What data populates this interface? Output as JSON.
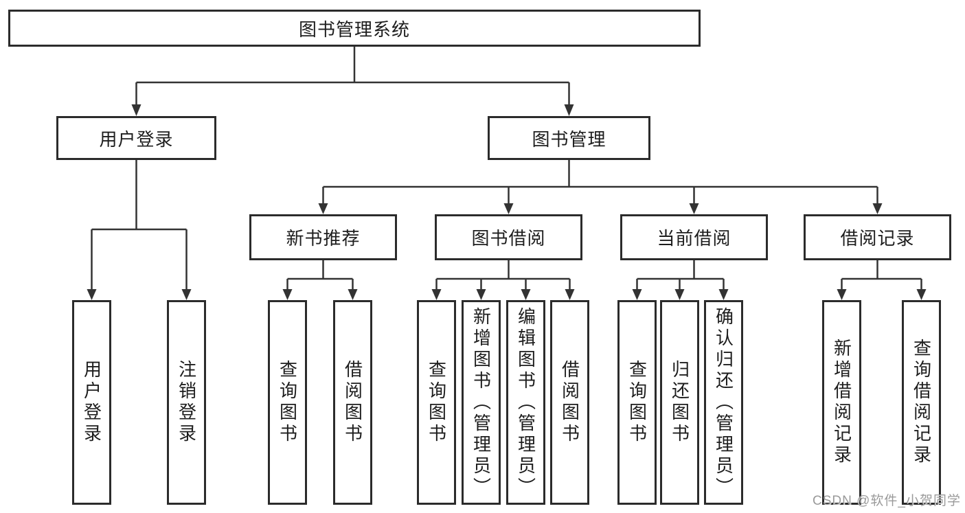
{
  "diagram": {
    "root": {
      "label": "图书管理系统"
    },
    "level2": {
      "user_login": "用户登录",
      "book_management": "图书管理"
    },
    "level3": {
      "new_book_recommend": "新书推荐",
      "book_borrowing": "图书借阅",
      "current_borrowing": "当前借阅",
      "borrowing_records": "借阅记录"
    },
    "leaves": {
      "user_login": "用户登录",
      "logout": "注销登录",
      "query_book_recommend": "查询图书",
      "borrow_book_recommend": "借阅图书",
      "query_book_borrowing": "查询图书",
      "add_book_admin": "新增图书（管理员）",
      "edit_book_admin": "编辑图书（管理员）",
      "borrow_book_borrowing": "借阅图书",
      "query_book_current": "查询图书",
      "return_book": "归还图书",
      "confirm_return_admin": "确认归还（管理员）",
      "add_borrow_record": "新增借阅记录",
      "query_borrow_record": "查询借阅记录"
    }
  },
  "watermark": {
    "text": "CSDN @软件_小贺同学",
    "color": "#9a9a9a"
  },
  "style": {
    "line_color": "#333333",
    "border_color": "#2b2b2b",
    "text_color": "#1d1d1d",
    "background": "#ffffff"
  }
}
